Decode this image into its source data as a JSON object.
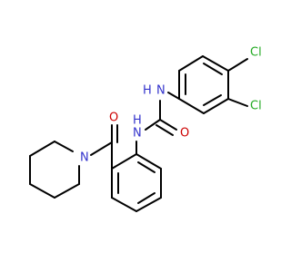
{
  "molecule": {
    "atoms": {
      "cl_top": "Cl",
      "cl_right": "Cl",
      "nh_top_n": "N",
      "nh_top_h": "H",
      "o_urea": "O",
      "nh_bottom_n": "N",
      "nh_bottom_h": "H",
      "o_amide": "O",
      "n_piperidine": "N"
    },
    "colors": {
      "carbon": "#000000",
      "nitrogen": "#3333cc",
      "oxygen": "#cc0000",
      "chlorine": "#22aa22"
    }
  }
}
